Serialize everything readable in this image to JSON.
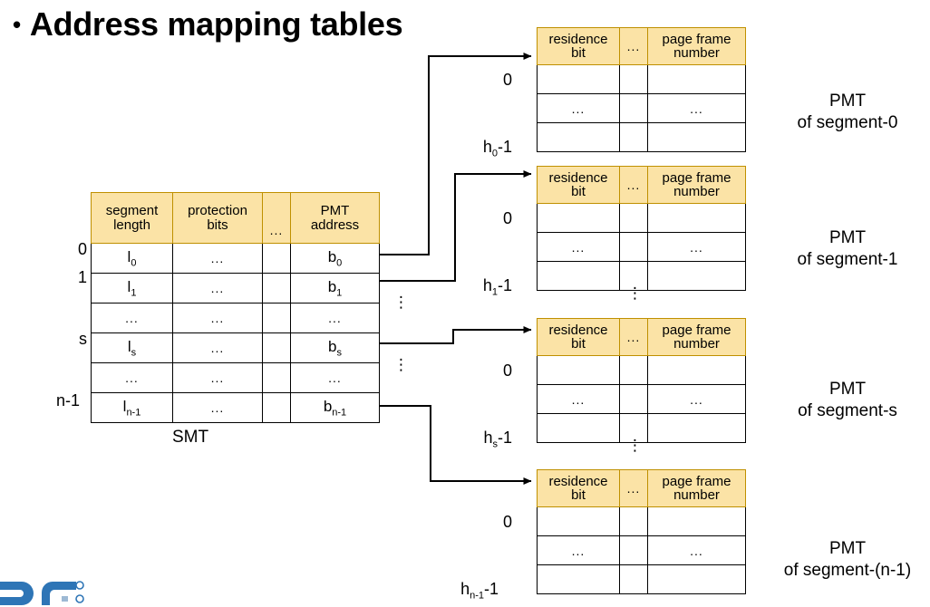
{
  "slide": {
    "title": "Address mapping tables",
    "bullet_glyph": "•",
    "accent_header_fill": "#FBE3A6",
    "accent_header_border": "#BF9000",
    "line_color": "#000000",
    "logo_color": "#2E75B6"
  },
  "smt": {
    "caption": "SMT",
    "headers": [
      "segment length",
      "protection bits",
      "...",
      "PMT address"
    ],
    "header_lines": [
      [
        "segment",
        "length"
      ],
      [
        "protection",
        "bits"
      ],
      [
        "..."
      ],
      [
        "PMT",
        "address"
      ]
    ],
    "row_labels": [
      "0",
      "1",
      "",
      "s",
      "",
      "n-1"
    ],
    "rows": [
      {
        "label": "0",
        "length": "l",
        "length_sub": "0",
        "protection": "...",
        "narrow": "",
        "pmt_address": "b",
        "pmt_address_sub": "0",
        "has_link": true
      },
      {
        "label": "1",
        "length": "l",
        "length_sub": "1",
        "protection": "...",
        "narrow": "",
        "pmt_address": "b",
        "pmt_address_sub": "1",
        "has_link": true
      },
      {
        "label": "",
        "length": "...",
        "length_sub": "",
        "protection": "...",
        "narrow": "",
        "pmt_address": "...",
        "pmt_address_sub": "",
        "has_link": false
      },
      {
        "label": "s",
        "length": "l",
        "length_sub": "s",
        "protection": "...",
        "narrow": "",
        "pmt_address": "b",
        "pmt_address_sub": "s",
        "has_link": true
      },
      {
        "label": "",
        "length": "...",
        "length_sub": "",
        "protection": "...",
        "narrow": "",
        "pmt_address": "...",
        "pmt_address_sub": "",
        "has_link": false
      },
      {
        "label": "n-1",
        "length": "l",
        "length_sub": "n-1",
        "protection": "...",
        "narrow": "",
        "pmt_address": "b",
        "pmt_address_sub": "n-1",
        "has_link": true
      }
    ],
    "side_ellipsis": [
      "⋮",
      "⋮"
    ]
  },
  "pmt_common": {
    "header_lines": [
      [
        "residence",
        "bit"
      ],
      [
        "..."
      ],
      [
        "page frame",
        "number"
      ]
    ],
    "headers": [
      "residence bit",
      "...",
      "page frame number"
    ],
    "row_labels_pattern": [
      "0",
      "",
      "h-1"
    ],
    "middle_row_cells": [
      "...",
      "",
      "..."
    ]
  },
  "pmts": [
    {
      "caption_line1": "PMT",
      "caption_line2": "of segment-0",
      "first_index": "0",
      "last_index": "h",
      "last_index_sub": "0",
      "last_index_suffix": "-1",
      "ellipsis_below": ""
    },
    {
      "caption_line1": "PMT",
      "caption_line2": "of segment-1",
      "first_index": "0",
      "last_index": "h",
      "last_index_sub": "1",
      "last_index_suffix": "-1",
      "ellipsis_below": "⋮"
    },
    {
      "caption_line1": "PMT",
      "caption_line2": "of segment-s",
      "first_index": "0",
      "last_index": "h",
      "last_index_sub": "s",
      "last_index_suffix": "-1",
      "ellipsis_below": "⋮"
    },
    {
      "caption_line1": "PMT",
      "caption_line2": "of segment-(n-1)",
      "first_index": "0",
      "last_index": "h",
      "last_index_sub": "n-1",
      "last_index_suffix": "-1",
      "ellipsis_below": ""
    }
  ]
}
